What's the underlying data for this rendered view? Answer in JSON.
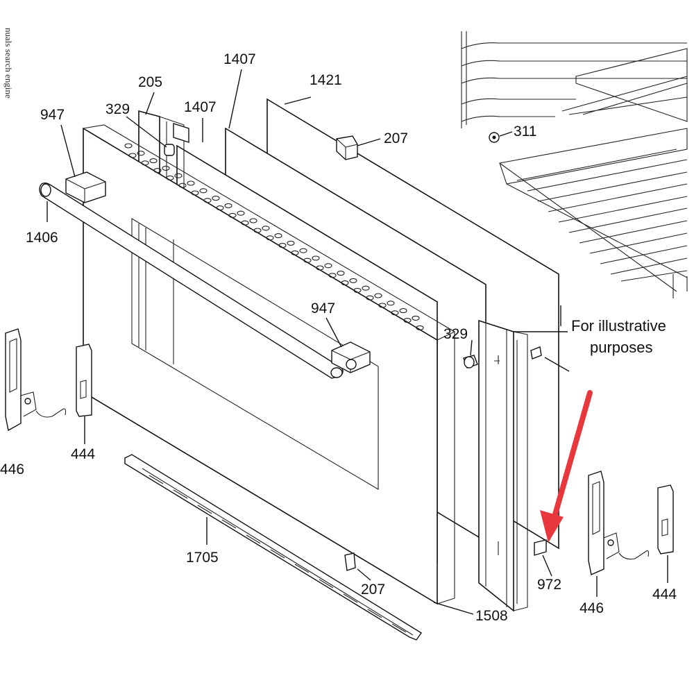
{
  "vertical_text": "nuals search engine",
  "note": {
    "line1": "For illustrative",
    "line2": "purposes"
  },
  "arrow_color": "#e8383d",
  "labels": {
    "l_1407_top": "1407",
    "l_1421": "1421",
    "l_205": "205",
    "l_329_top": "329",
    "l_1407_mid": "1407",
    "l_947_left": "947",
    "l_207_top": "207",
    "l_311": "311",
    "l_1406": "1406",
    "l_947_mid": "947",
    "l_329_right": "329",
    "l_446_left": "446",
    "l_444_left": "444",
    "l_1705": "1705",
    "l_207_bottom": "207",
    "l_1508": "1508",
    "l_972": "972",
    "l_446_right": "446",
    "l_444_right": "444"
  }
}
